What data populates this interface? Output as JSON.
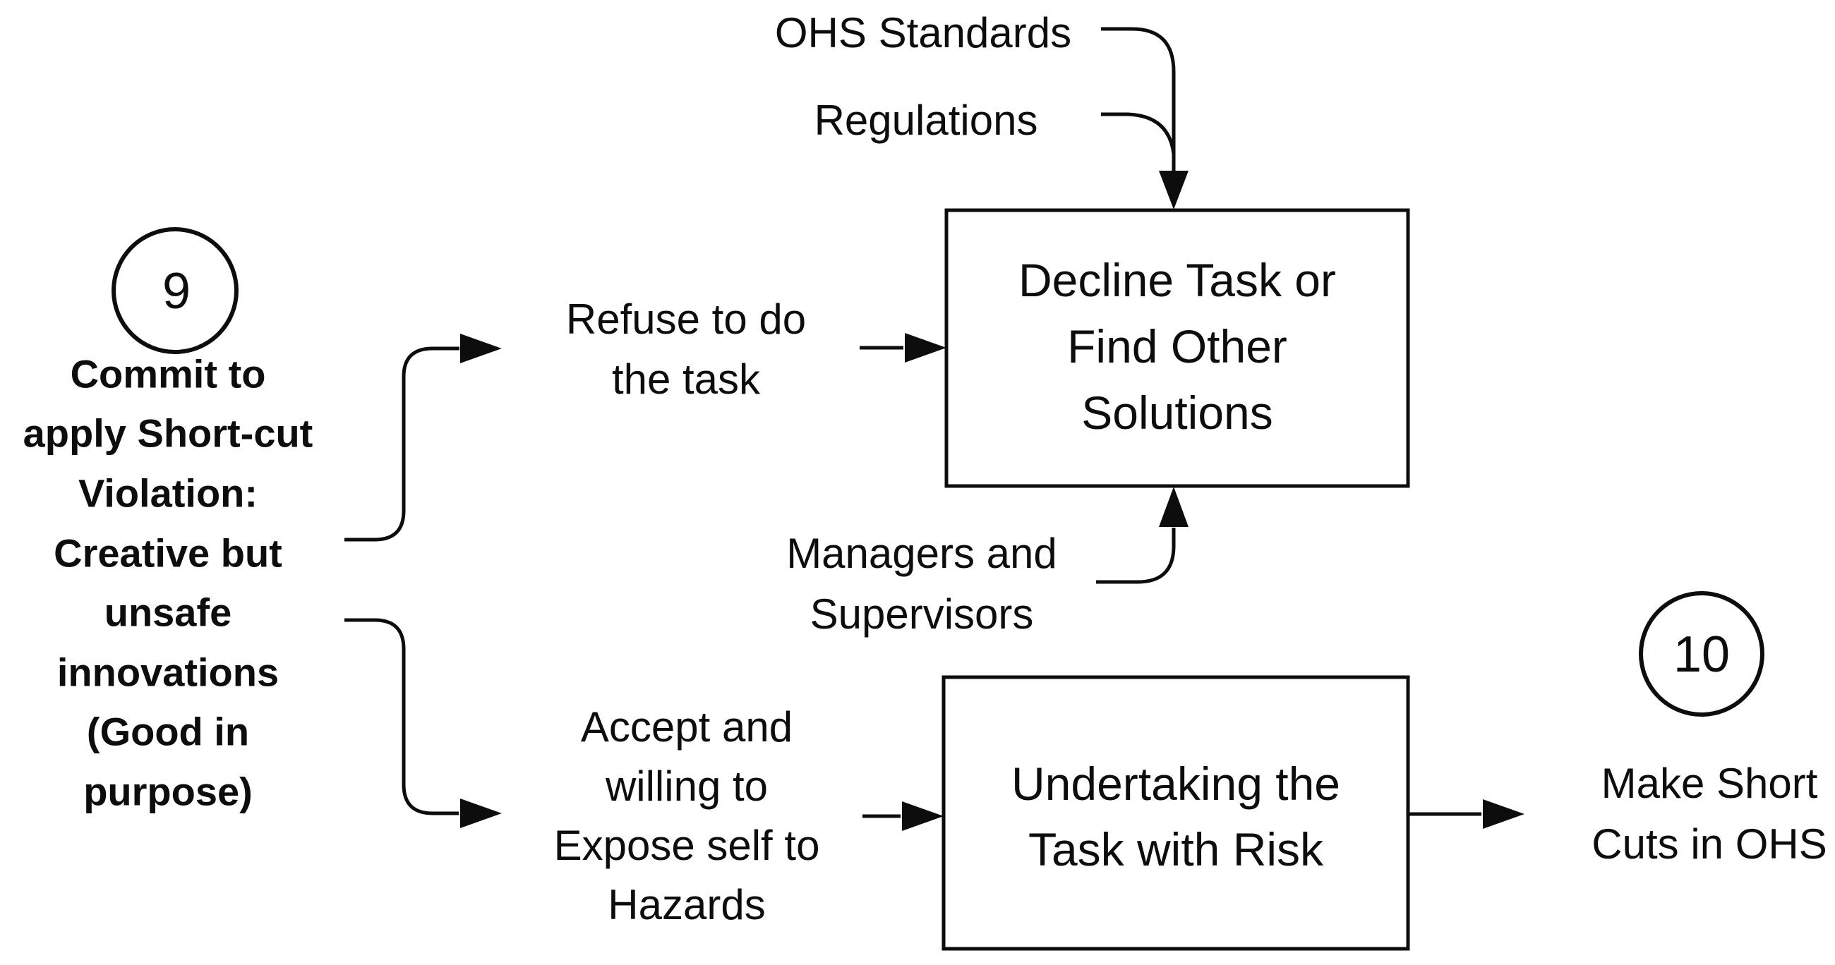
{
  "colors": {
    "background": "#ffffff",
    "ink": "#0d0d0d"
  },
  "steps": {
    "left_number": "9",
    "right_number": "10"
  },
  "source": {
    "lines": [
      "Commit to",
      "apply Short-cut",
      "Violation:",
      "Creative but",
      "unsafe",
      "innovations",
      "(Good in",
      "purpose)"
    ]
  },
  "inputs": {
    "ohs_standards": "OHS Standards",
    "regulations": "Regulations",
    "managers": {
      "lines": [
        "Managers and",
        "Supervisors"
      ]
    }
  },
  "choices": {
    "refuse": {
      "lines": [
        "Refuse to do",
        "the task"
      ]
    },
    "accept": {
      "lines": [
        "Accept and",
        "willing to",
        "Expose self to",
        "Hazards"
      ]
    }
  },
  "processes": {
    "decline": {
      "lines": [
        "Decline Task or",
        "Find Other",
        "Solutions"
      ]
    },
    "undertake": {
      "lines": [
        "Undertaking the",
        "Task with Risk"
      ]
    }
  },
  "outcome": {
    "lines": [
      "Make Short",
      "Cuts in OHS"
    ]
  }
}
